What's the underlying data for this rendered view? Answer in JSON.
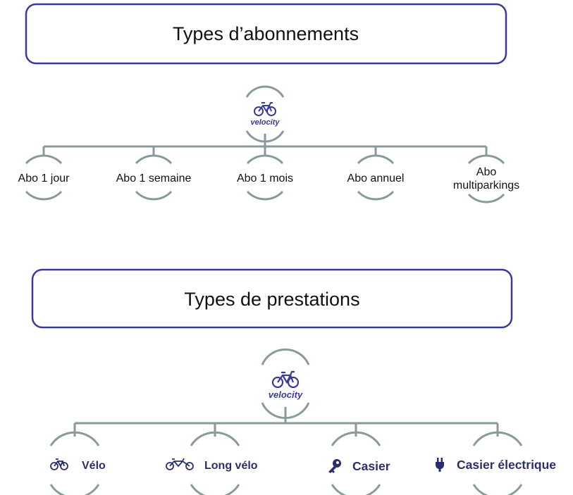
{
  "colors": {
    "accent": "#3a3a9c",
    "box_border": "#3a3a9c",
    "connector": "#8a9a9b",
    "service_text": "#2a2f6b"
  },
  "section1": {
    "title": "Types d’abonnements",
    "logo_text": "velocity",
    "nodes": [
      {
        "lines": [
          "Abo 1 jour"
        ]
      },
      {
        "lines": [
          "Abo 1 semaine"
        ]
      },
      {
        "lines": [
          "Abo 1 mois"
        ]
      },
      {
        "lines": [
          "Abo annuel"
        ]
      },
      {
        "lines": [
          "Abo",
          "multiparkings"
        ]
      }
    ]
  },
  "section2": {
    "title": "Types de prestations",
    "logo_text": "velocity",
    "nodes": [
      {
        "label": "Vélo",
        "icon": "bike-icon"
      },
      {
        "label": "Long vélo",
        "icon": "cargo-bike-icon"
      },
      {
        "label": "Casier",
        "icon": "key-icon"
      },
      {
        "label": "Casier électrique",
        "icon": "plug-icon"
      }
    ]
  }
}
